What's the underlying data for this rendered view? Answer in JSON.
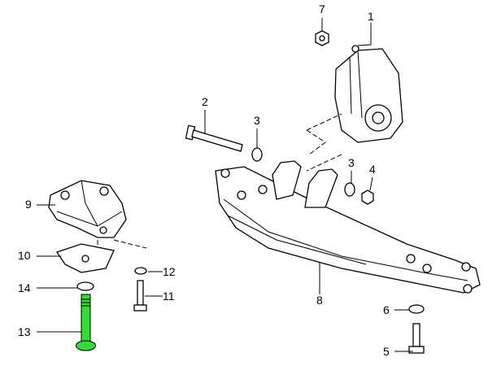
{
  "callouts": {
    "c7": "7",
    "c1": "1",
    "c2": "2",
    "c3a": "3",
    "c3b": "3",
    "c4": "4",
    "c9": "9",
    "c10": "10",
    "c12": "12",
    "c14": "14",
    "c11": "11",
    "c8": "8",
    "c6": "6",
    "c13": "13",
    "c5": "5"
  },
  "colors": {
    "highlight": "#33dd33",
    "line": "#000000"
  }
}
